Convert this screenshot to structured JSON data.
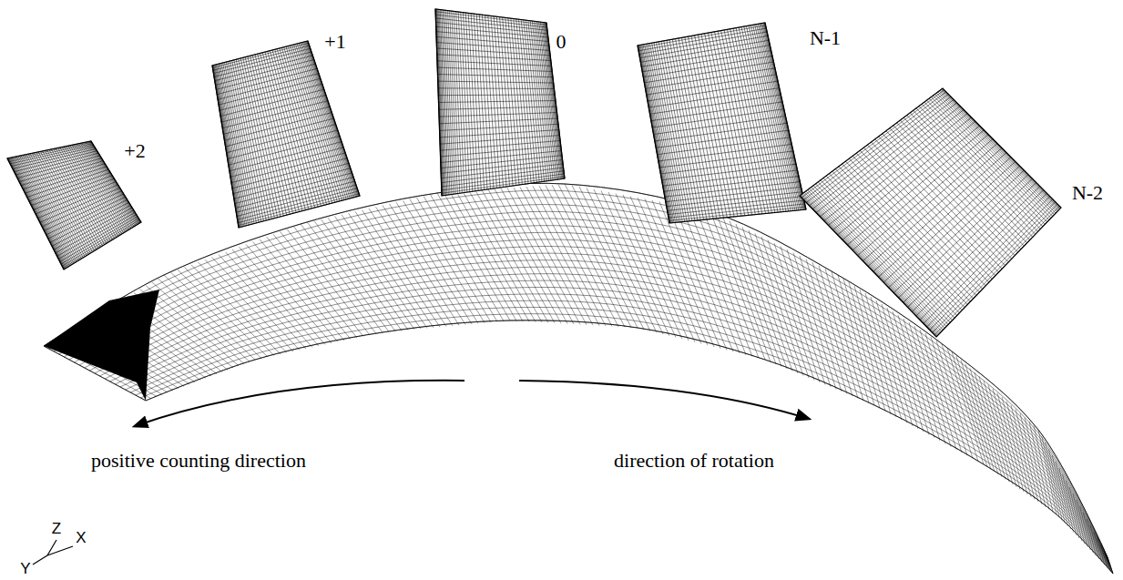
{
  "diagram": {
    "labels": [
      "+2",
      "+1",
      "0",
      "N-1",
      "N-2",
      "positive counting direction",
      "direction of rotation",
      "Z",
      "X",
      "Y"
    ]
  }
}
